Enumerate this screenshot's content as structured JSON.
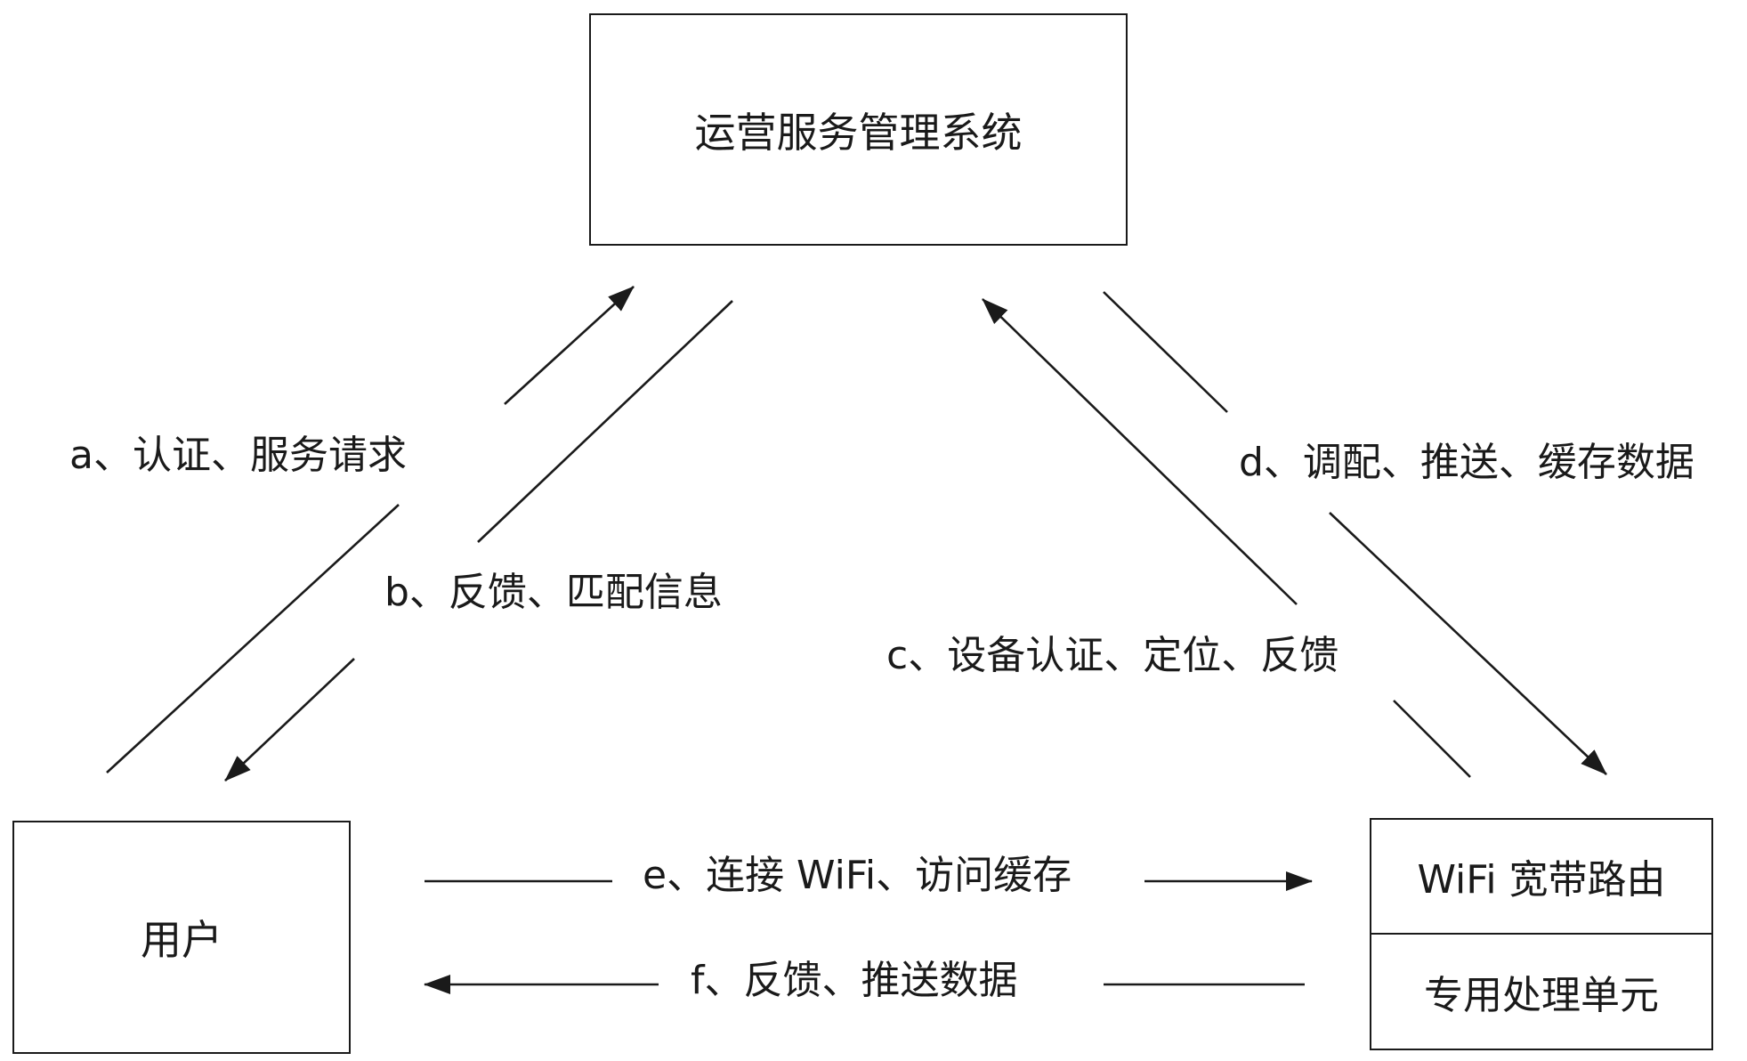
{
  "nodes": {
    "system": "运营服务管理系统",
    "user": "用户",
    "router_top": "WiFi 宽带路由",
    "router_bottom": "专用处理单元"
  },
  "edges": {
    "a": "a、认证、服务请求",
    "b": "b、反馈、匹配信息",
    "c": "c、设备认证、定位、反馈",
    "d": "d、调配、推送、缓存数据",
    "e": "e、连接 WiFi、访问缓存",
    "f": "f、反馈、推送数据"
  },
  "colors": {
    "line": "#1a1a1a",
    "background": "#ffffff"
  }
}
